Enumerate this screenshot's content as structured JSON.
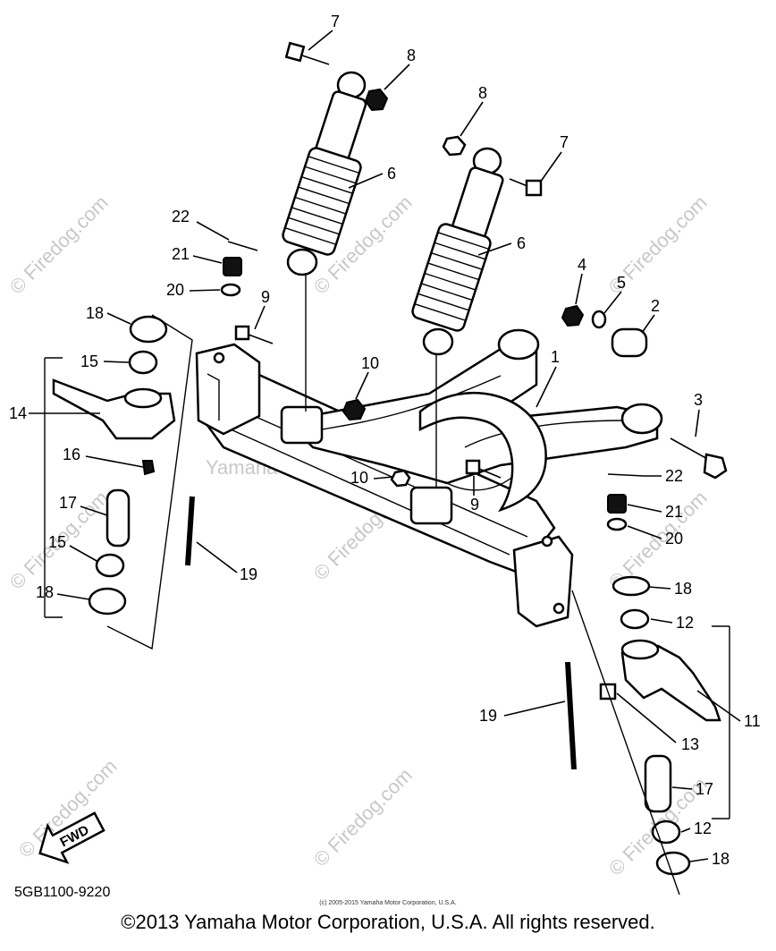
{
  "diagram": {
    "part_code": "5GB1100-9220",
    "fwd_label": "FWD",
    "watermark_center": "Yamaha Motor Corp. U.S.A.",
    "watermark_site": "© Firedog.com",
    "small_copyright": "(c) 2005-2015 Yamaha Motor Corporation, U.S.A.",
    "copyright": "©2013 Yamaha Motor Corporation, U.S.A. All rights reserved.",
    "callouts": [
      "1",
      "2",
      "3",
      "4",
      "5",
      "6",
      "6",
      "7",
      "7",
      "8",
      "8",
      "9",
      "9",
      "10",
      "10",
      "11",
      "12",
      "12",
      "13",
      "14",
      "15",
      "15",
      "16",
      "17",
      "17",
      "18",
      "18",
      "18",
      "18",
      "19",
      "19",
      "20",
      "20",
      "21",
      "21",
      "22",
      "22"
    ]
  }
}
